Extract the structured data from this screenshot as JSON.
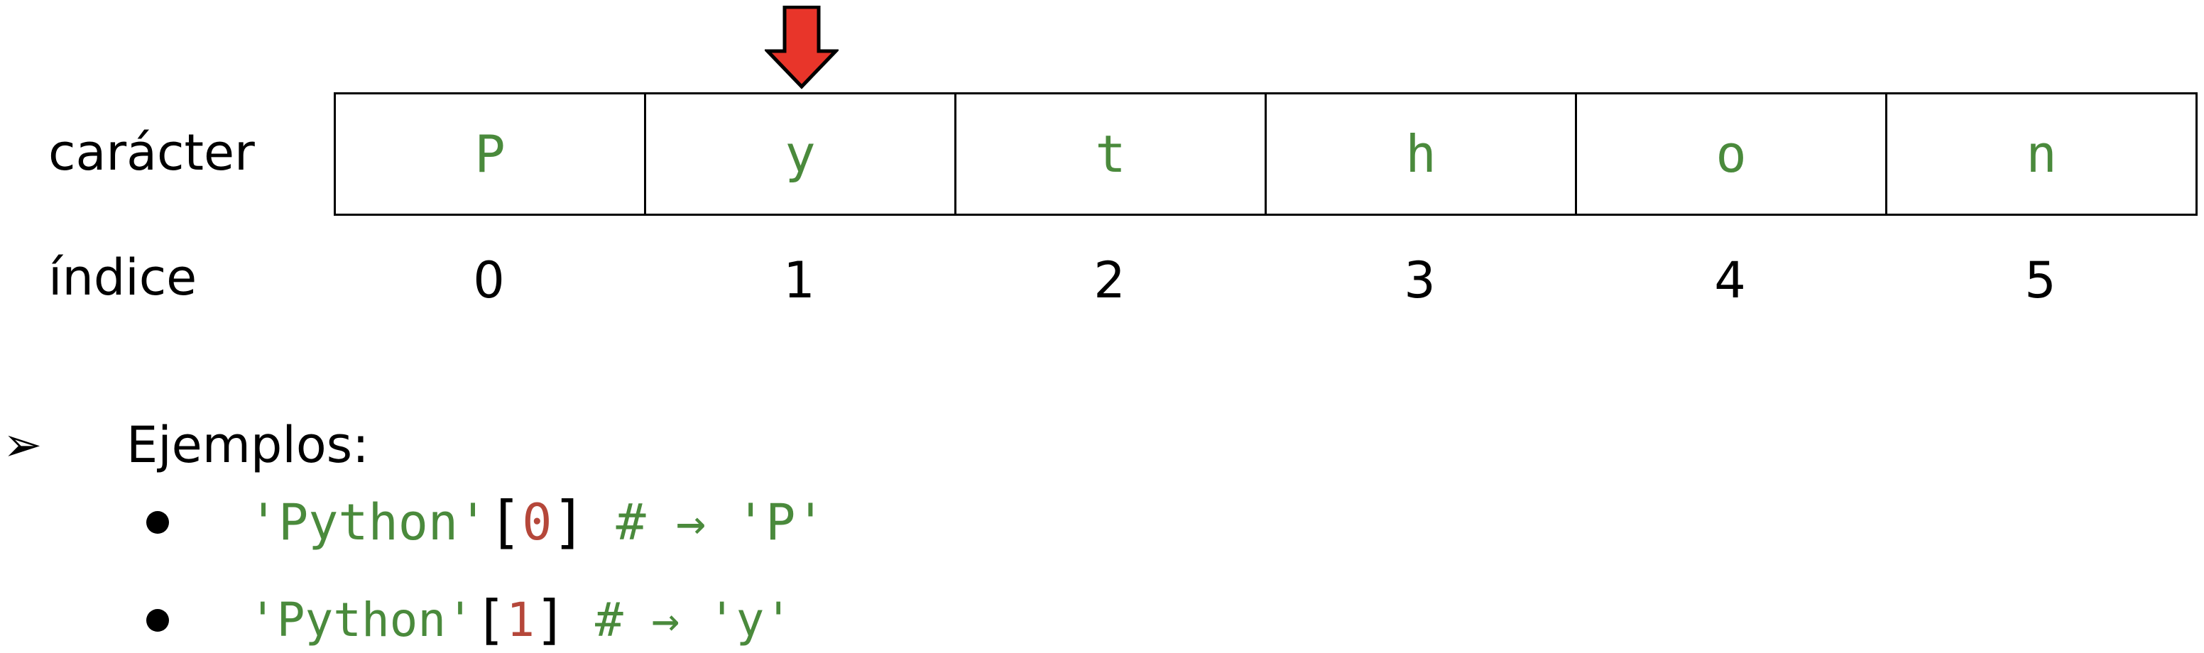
{
  "labels": {
    "character_row": "carácter",
    "index_row": "índice"
  },
  "pointer": {
    "target_index": 1,
    "color": "#e8352a",
    "icon": "down-arrow-icon"
  },
  "cells": [
    {
      "char": "P",
      "index": "0"
    },
    {
      "char": "y",
      "index": "1"
    },
    {
      "char": "t",
      "index": "2"
    },
    {
      "char": "h",
      "index": "3"
    },
    {
      "char": "o",
      "index": "4"
    },
    {
      "char": "n",
      "index": "5"
    }
  ],
  "examples": {
    "heading": "Ejemplos:",
    "heading_bullet": "➢",
    "items": [
      {
        "string": "'Python'",
        "open": "[",
        "index": "0",
        "close": "]",
        "comment": " # → 'P'"
      },
      {
        "string": "'Python'",
        "open": "[",
        "index": "1",
        "close": "]",
        "comment": " # → 'y'"
      }
    ]
  },
  "colors": {
    "string": "#4a8a3c",
    "number": "#b5473a",
    "text": "#000000",
    "arrow": "#e8352a"
  }
}
